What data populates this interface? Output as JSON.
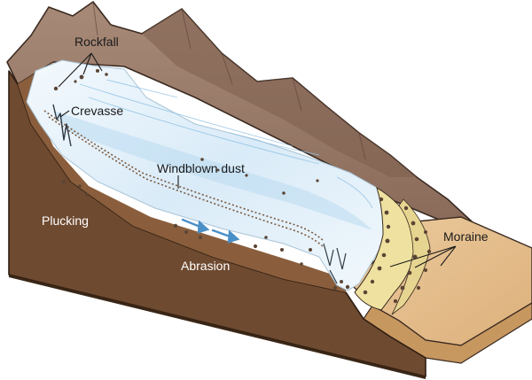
{
  "diagram": {
    "labels": {
      "rockfall": "Rockfall",
      "crevasse": "Crevasse",
      "windblown_dust": "Windblown dust",
      "plucking": "Plucking",
      "abrasion": "Abrasion",
      "moraine": "Moraine"
    },
    "colors": {
      "mountain": "#9a7a68",
      "mountain_shadow": "#7d5f4f",
      "earth_front": "#6e4a30",
      "earth_side": "#8a5e3c",
      "earth_dark": "#4f3320",
      "ice": "#e6f1fa",
      "ice_blue": "#a9d0ec",
      "plain": "#e8c494",
      "moraine": "#efe2a0",
      "debris": "#5b4535",
      "arrow": "#4a90c8"
    }
  }
}
